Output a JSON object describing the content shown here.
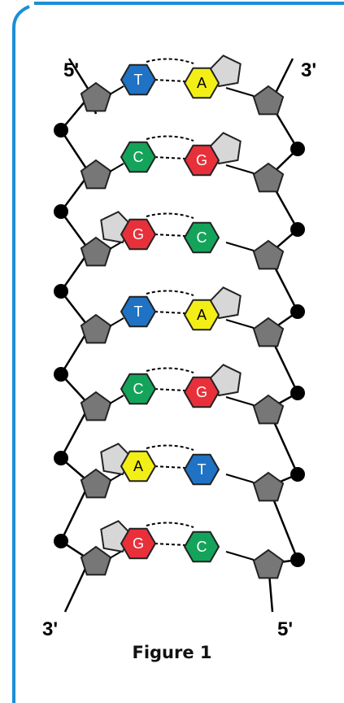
{
  "labels": {
    "top_left": "5'",
    "top_right": "3'",
    "bottom_left": "3'",
    "bottom_right": "5'"
  },
  "caption": "Figure 1",
  "pairs": [
    {
      "left": "T",
      "right": "A"
    },
    {
      "left": "C",
      "right": "G"
    },
    {
      "left": "G",
      "right": "C"
    },
    {
      "left": "T",
      "right": "A"
    },
    {
      "left": "C",
      "right": "G"
    },
    {
      "left": "A",
      "right": "T"
    },
    {
      "left": "G",
      "right": "C"
    }
  ],
  "colors": {
    "frame": "#1a8fd8",
    "T": "#1f72c4",
    "A": "#f3ee16",
    "C": "#14a35a",
    "G": "#e8303a",
    "sugar": "#777777",
    "base_pentagon": "#d7d7d7",
    "phosphate": "#000000"
  },
  "letter_colors": {
    "T": "#ffffff",
    "A": "#000000",
    "C": "#ffffff",
    "G": "#ffffff"
  }
}
